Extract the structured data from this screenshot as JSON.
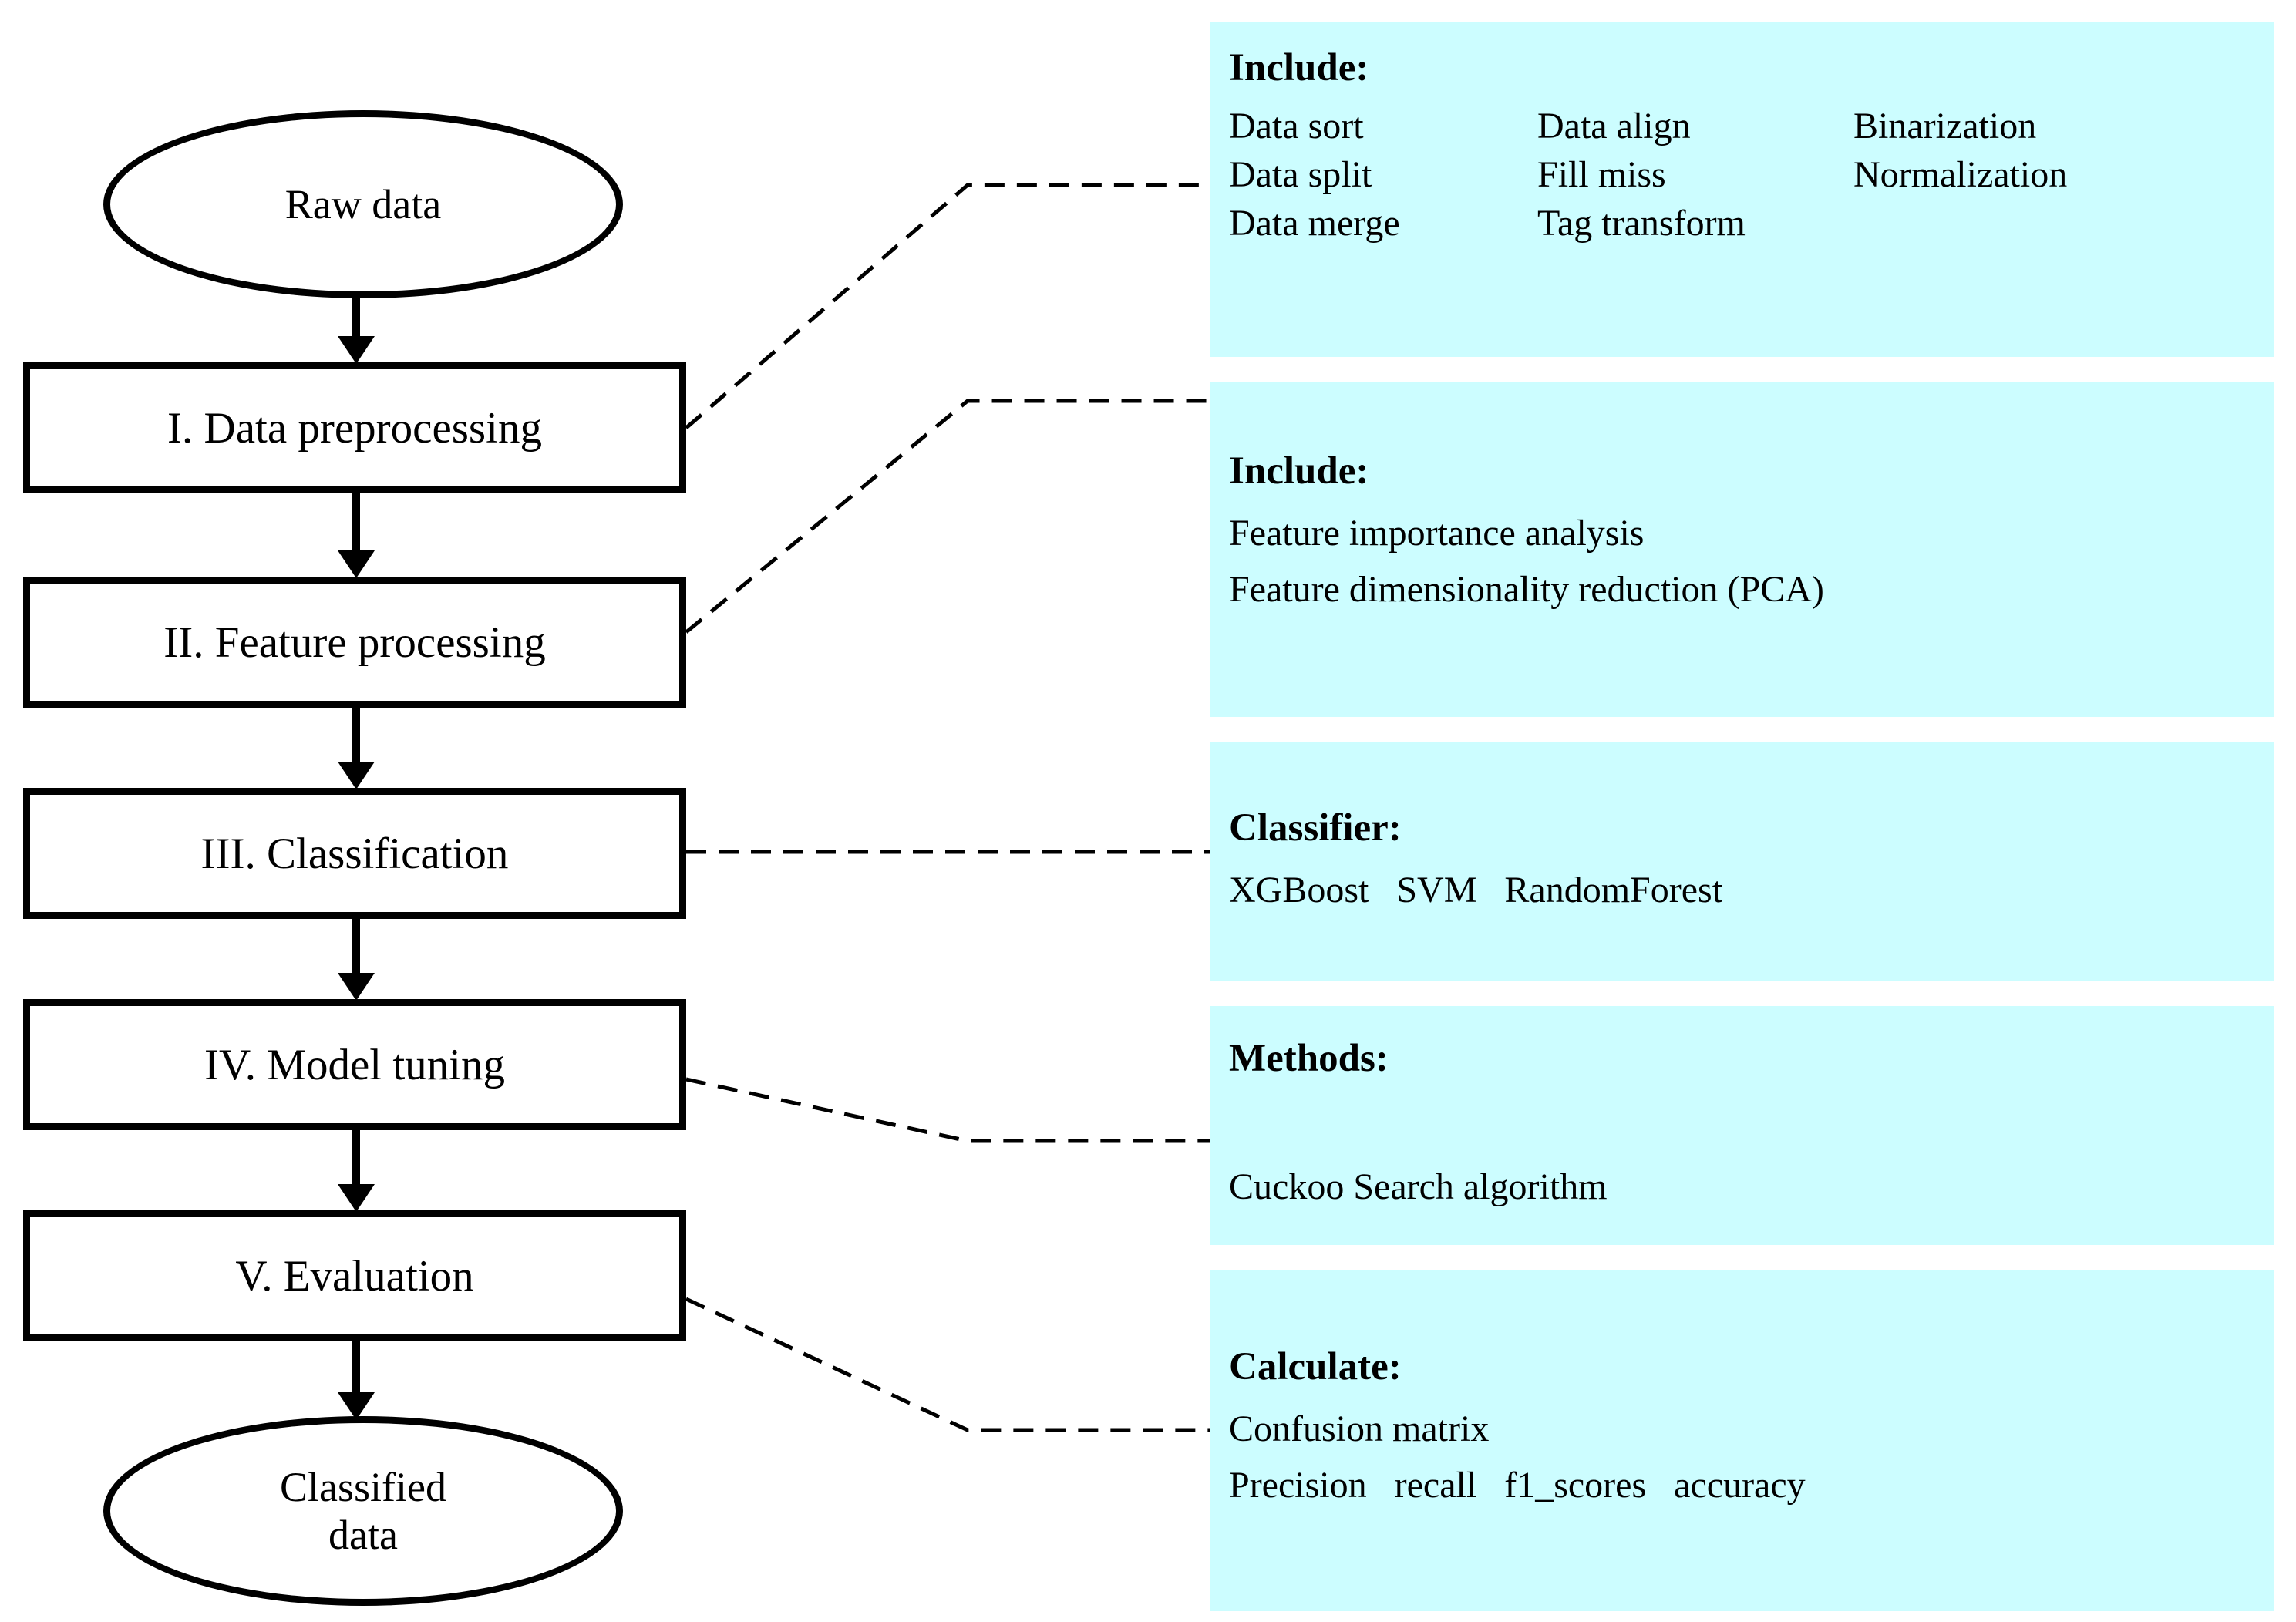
{
  "figure": {
    "type": "flowchart",
    "description_visible": false
  },
  "flowchart": {
    "start_node": {
      "label": "Raw data"
    },
    "steps": [
      {
        "label": "I. Data preprocessing"
      },
      {
        "label": "II. Feature processing"
      },
      {
        "label": "III. Classification"
      },
      {
        "label": "IV. Model tuning"
      },
      {
        "label": "V. Evaluation"
      }
    ],
    "end_node": {
      "label_line1": "Classified",
      "label_line2": "data"
    }
  },
  "panels": [
    {
      "heading": "Include:",
      "rows": [
        [
          "Data sort",
          "Data align",
          "Binarization"
        ],
        [
          "Data split",
          "Fill miss",
          "Normalization"
        ],
        [
          "Data merge",
          "Tag transform"
        ]
      ]
    },
    {
      "heading": "Include:",
      "lines": [
        "Feature importance analysis",
        "Feature dimensionality reduction (PCA)"
      ]
    },
    {
      "heading": "Classifier:",
      "lines": [
        "XGBoost   SVM   RandomForest"
      ]
    },
    {
      "heading": "Methods:",
      "lines": [
        "Cuckoo Search algorithm"
      ]
    },
    {
      "heading": "Calculate:",
      "lines": [
        "Confusion matrix",
        "Precision   recall   f1_scores   accuracy"
      ]
    }
  ],
  "colors": {
    "panel_background": "#ccfdff",
    "stroke": "#000000",
    "node_background": "#ffffff"
  }
}
